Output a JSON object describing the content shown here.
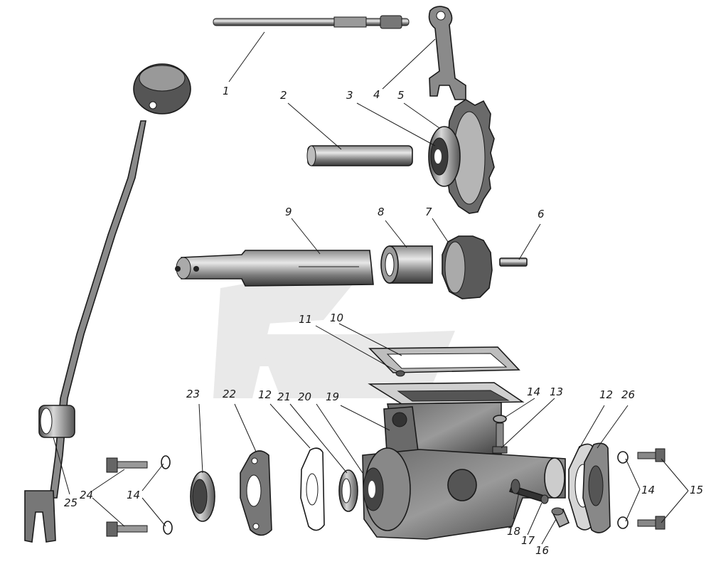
{
  "diagram": {
    "labels": [
      "1",
      "2",
      "3",
      "4",
      "5",
      "6",
      "7",
      "8",
      "9",
      "10",
      "11",
      "12",
      "12",
      "13",
      "14",
      "14",
      "14",
      "15",
      "16",
      "17",
      "18",
      "19",
      "20",
      "21",
      "22",
      "23",
      "24",
      "25",
      "26"
    ]
  }
}
